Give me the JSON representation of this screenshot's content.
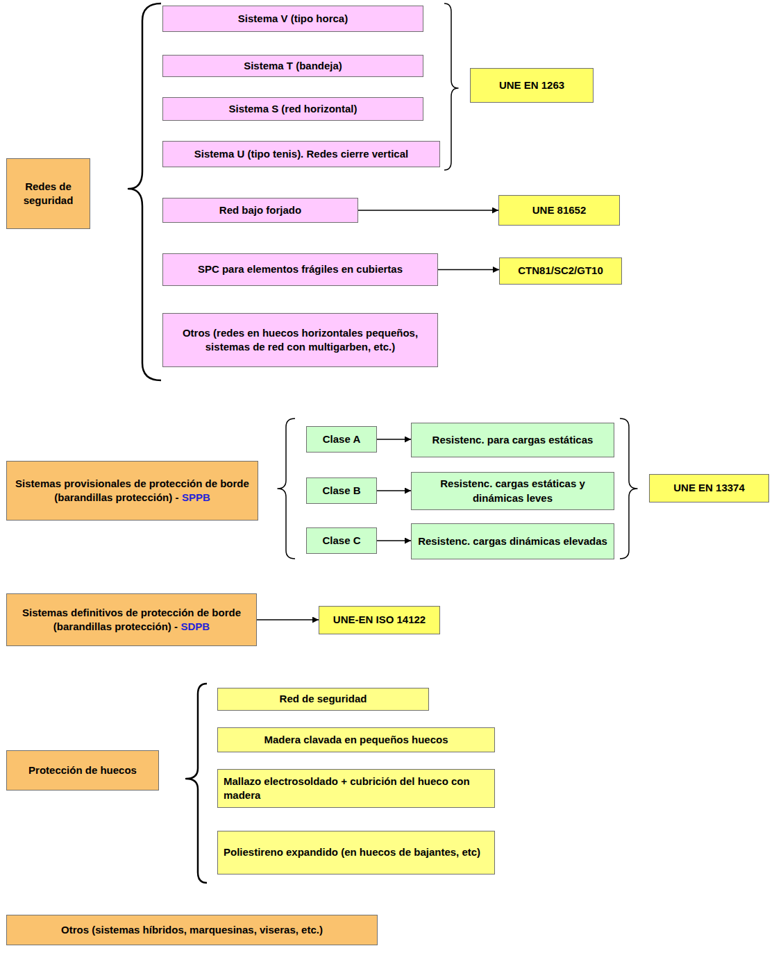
{
  "diagram": {
    "nodes": [
      {
        "text": [
          "Redes de seguridad"
        ]
      },
      {
        "text": [
          "Sistema V (tipo horca)"
        ]
      },
      {
        "text": [
          "Sistema T (bandeja)"
        ]
      },
      {
        "text": [
          "Sistema S (red horizontal)"
        ]
      },
      {
        "text": [
          "Sistema U (tipo tenis). Redes cierre vertical"
        ]
      },
      {
        "text": [
          "UNE EN 1263"
        ]
      },
      {
        "text": [
          "Red bajo forjado"
        ]
      },
      {
        "text": [
          "UNE 81652"
        ]
      },
      {
        "text": [
          "SPC para elementos frágiles en cubiertas"
        ]
      },
      {
        "text": [
          "CTN81/SC2/GT10"
        ]
      },
      {
        "text": [
          "Otros (redes en huecos horizontales pequeños, sistemas de red con multigarben, etc.)"
        ]
      },
      {
        "text": [
          "Sistemas provisionales de protección de borde (barandillas protección) -",
          "SPPB"
        ]
      },
      {
        "text": [
          "Clase A"
        ]
      },
      {
        "text": [
          "Resistenc. para cargas estáticas"
        ]
      },
      {
        "text": [
          "Clase B"
        ]
      },
      {
        "text": [
          "Resistenc. cargas estáticas y dinámicas leves"
        ]
      },
      {
        "text": [
          "Clase C"
        ]
      },
      {
        "text": [
          "Resistenc. cargas dinámicas elevadas"
        ]
      },
      {
        "text": [
          "UNE EN 13374"
        ]
      },
      {
        "text": [
          "Sistemas definitivos de protección de borde (barandillas protección) -",
          "SDPB"
        ]
      },
      {
        "text": [
          "UNE-EN ISO 14122"
        ]
      },
      {
        "text": [
          "Protección de huecos"
        ]
      },
      {
        "text": [
          "Red de seguridad"
        ]
      },
      {
        "text": [
          "Madera clavada en pequeños huecos"
        ]
      },
      {
        "text": [
          "Mallazo electrosoldado + cubrición del hueco con madera"
        ]
      },
      {
        "text": [
          "Poliestireno expandido (en huecos de bajantes, etc)"
        ]
      },
      {
        "text": [
          "Otros (sistemas híbridos, marquesinas, viseras, etc.)"
        ]
      }
    ],
    "edges": [
      {
        "from": 6,
        "to": 7,
        "arrow": "to"
      },
      {
        "from": 8,
        "to": 9,
        "arrow": "to"
      },
      {
        "from": 12,
        "to": 13,
        "arrow": "to"
      },
      {
        "from": 14,
        "to": 15,
        "arrow": "to"
      },
      {
        "from": 16,
        "to": 17,
        "arrow": "to"
      },
      {
        "from": 19,
        "to": 20,
        "arrow": "to"
      }
    ]
  }
}
